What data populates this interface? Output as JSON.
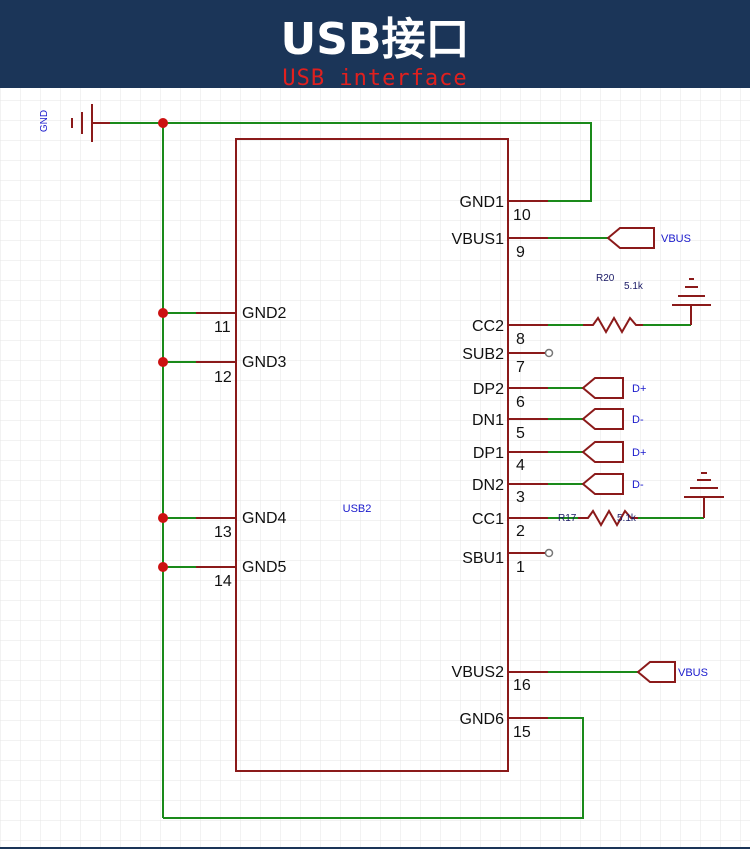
{
  "header": {
    "title": "USB接口",
    "subtitle": "USB interface"
  },
  "colors": {
    "header_bg": "#1b3558",
    "wire": "#1a8a1a",
    "component": "#8b1a1a",
    "net_label": "#1a1acc",
    "junction": "#cc1111",
    "grid": "#e6e6e6"
  },
  "schematic": {
    "component_ref": "USB2",
    "gnd_label": "GND",
    "pins_right": [
      {
        "name": "GND1",
        "number": "10"
      },
      {
        "name": "VBUS1",
        "number": "9"
      },
      {
        "name": "CC2",
        "number": "8"
      },
      {
        "name": "SUB2",
        "number": "7"
      },
      {
        "name": "DP2",
        "number": "6"
      },
      {
        "name": "DN1",
        "number": "5"
      },
      {
        "name": "DP1",
        "number": "4"
      },
      {
        "name": "DN2",
        "number": "3"
      },
      {
        "name": "CC1",
        "number": "2"
      },
      {
        "name": "SBU1",
        "number": "1"
      },
      {
        "name": "VBUS2",
        "number": "16"
      },
      {
        "name": "GND6",
        "number": "15"
      }
    ],
    "pins_left": [
      {
        "name": "GND2",
        "number": "11"
      },
      {
        "name": "GND3",
        "number": "12"
      },
      {
        "name": "GND4",
        "number": "13"
      },
      {
        "name": "GND5",
        "number": "14"
      }
    ],
    "net_labels": {
      "vbus_top": "VBUS",
      "dp_a": "D+",
      "dn_a": "D-",
      "dp_b": "D+",
      "dn_b": "D-",
      "vbus_bottom": "VBUS"
    },
    "resistors": [
      {
        "ref": "R20",
        "value": "5.1k"
      },
      {
        "ref": "R17",
        "value": "5.1k"
      }
    ]
  }
}
